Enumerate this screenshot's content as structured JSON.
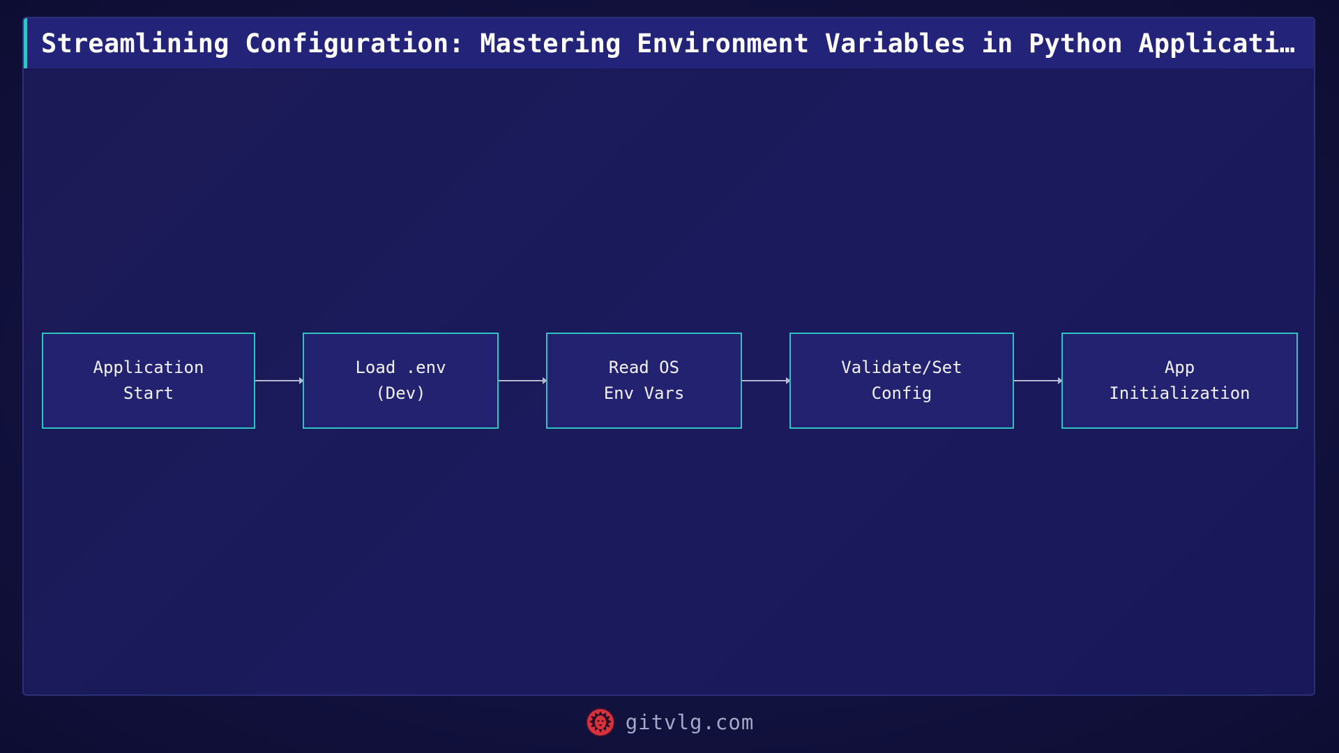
{
  "header": {
    "title": "Streamlining Configuration: Mastering Environment Variables in Python Applications"
  },
  "diagram": {
    "nodes": [
      {
        "id": "start",
        "label": "Application\nStart"
      },
      {
        "id": "load_env",
        "label": "Load .env\n(Dev)"
      },
      {
        "id": "read_os",
        "label": "Read OS\nEnv Vars"
      },
      {
        "id": "validate",
        "label": "Validate/Set\nConfig"
      },
      {
        "id": "init",
        "label": "App\nInitialization"
      }
    ],
    "edges": [
      {
        "from": "start",
        "to": "load_env"
      },
      {
        "from": "load_env",
        "to": "read_os"
      },
      {
        "from": "read_os",
        "to": "validate"
      },
      {
        "from": "validate",
        "to": "init"
      }
    ]
  },
  "footer": {
    "site": "gitvlg.com",
    "logo_icon": "lion-head-icon"
  },
  "colors": {
    "accent": "#33c4c4",
    "node_fill": "#222270",
    "title_bar": "#24237a",
    "logo_red": "#d8323c"
  }
}
